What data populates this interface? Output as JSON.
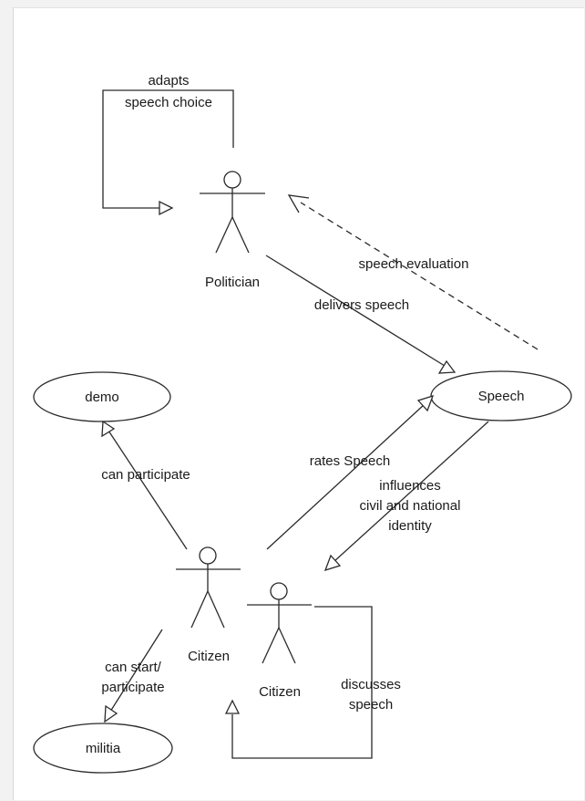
{
  "diagram": {
    "actors": {
      "politician": "Politician",
      "citizen_1": "Citizen",
      "citizen_2": "Citizen"
    },
    "use_cases": {
      "speech": "Speech",
      "demo": "demo",
      "militia": "militia"
    },
    "relations": {
      "adapts_line1": "adapts",
      "adapts_line2": "speech choice",
      "speech_evaluation": "speech evaluation",
      "delivers_speech": "delivers speech",
      "can_participate": "can participate",
      "rates_speech": "rates Speech",
      "influences_line1": "influences",
      "influences_line2": "civil and national",
      "influences_line3": "identity",
      "can_start_line1": "can start/",
      "can_start_line2": "participate",
      "discusses_line1": "discusses",
      "discusses_line2": "speech"
    }
  },
  "colors": {
    "line": "#2a2a2a",
    "text": "#1a1a1a",
    "background": "#ffffff"
  }
}
